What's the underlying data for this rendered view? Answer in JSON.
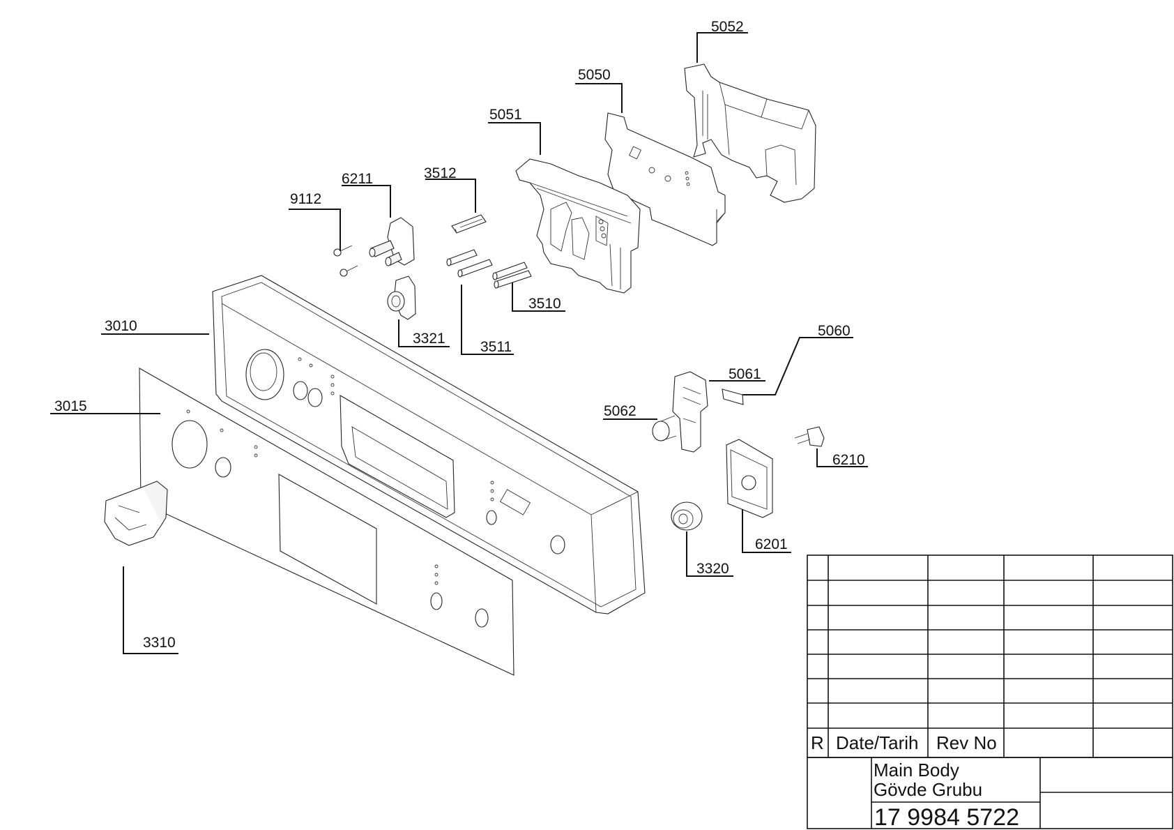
{
  "callouts": [
    {
      "id": "c5052",
      "text": "5052"
    },
    {
      "id": "c5050",
      "text": "5050"
    },
    {
      "id": "c5051",
      "text": "5051"
    },
    {
      "id": "c3512",
      "text": "3512"
    },
    {
      "id": "c6211",
      "text": "6211"
    },
    {
      "id": "c9112",
      "text": "9112"
    },
    {
      "id": "c3510",
      "text": "3510"
    },
    {
      "id": "c3010",
      "text": "3010"
    },
    {
      "id": "c3321",
      "text": "3321"
    },
    {
      "id": "c3511",
      "text": "3511"
    },
    {
      "id": "c5060",
      "text": "5060"
    },
    {
      "id": "c5061",
      "text": "5061"
    },
    {
      "id": "c3015",
      "text": "3015"
    },
    {
      "id": "c5062",
      "text": "5062"
    },
    {
      "id": "c6210",
      "text": "6210"
    },
    {
      "id": "c6201",
      "text": "6201"
    },
    {
      "id": "c3320",
      "text": "3320"
    },
    {
      "id": "c3310",
      "text": "3310"
    }
  ],
  "title_block": {
    "rev_col_label": "R",
    "date_col_label": "Date/Tarih",
    "rev_no_label": "Rev No",
    "title_line1": "Main Body",
    "title_line2": "Gövde Grubu",
    "part_number": "17 9984 5722"
  }
}
